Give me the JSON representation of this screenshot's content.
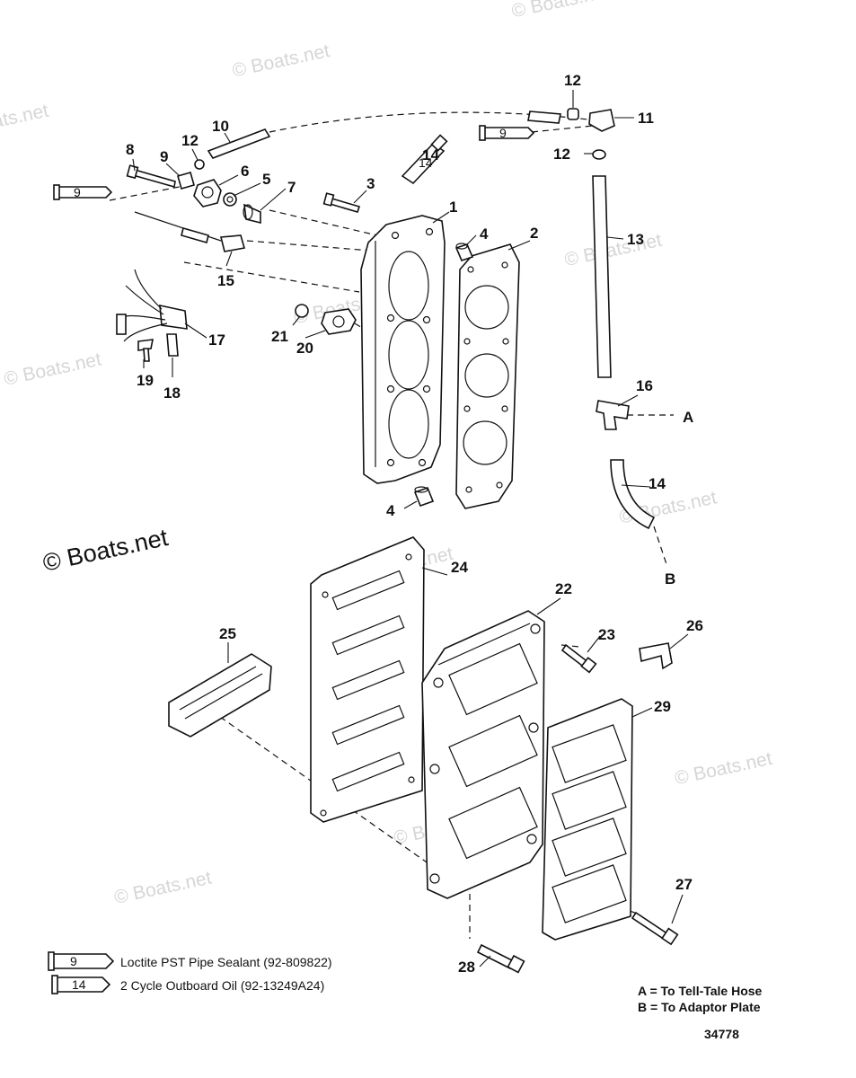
{
  "watermark": "© Boats.net",
  "callouts": [
    "1",
    "2",
    "3",
    "4",
    "4",
    "5",
    "6",
    "7",
    "8",
    "9",
    "10",
    "11",
    "12",
    "12",
    "12",
    "13",
    "14",
    "14",
    "15",
    "16",
    "17",
    "18",
    "19",
    "20",
    "21",
    "22",
    "23",
    "24",
    "25",
    "26",
    "27",
    "28",
    "29"
  ],
  "connectors": {
    "a": "A",
    "b": "B"
  },
  "tube_marks": {
    "sealant": "9",
    "oil": "14"
  },
  "legend": [
    {
      "mark": "9",
      "text": "Loctite PST Pipe Sealant (92-809822)"
    },
    {
      "mark": "14",
      "text": "2 Cycle Outboard Oil (92-13249A24)"
    }
  ],
  "notes": {
    "a": "A = To Tell-Tale Hose",
    "b": "B = To Adaptor Plate"
  },
  "figure_number": "34778"
}
